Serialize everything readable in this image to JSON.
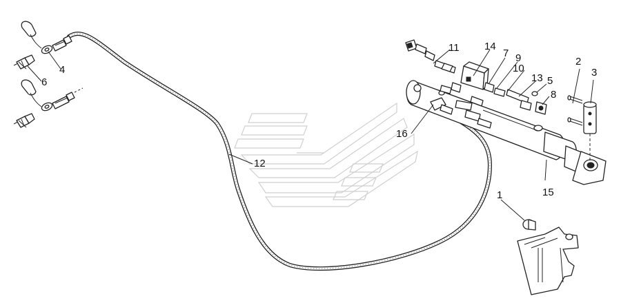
{
  "callouts": {
    "n1": "1",
    "n2": "2",
    "n3": "3",
    "n4": "4",
    "n5": "5",
    "n6": "6",
    "n7": "7",
    "n8": "8",
    "n9": "9",
    "n10": "10",
    "n11": "11",
    "n12": "12",
    "n13": "13",
    "n14": "14",
    "n15": "15",
    "n16": "16"
  },
  "colors": {
    "background": "#ffffff",
    "line": "#222222",
    "watermark": "#cfcfcf"
  }
}
